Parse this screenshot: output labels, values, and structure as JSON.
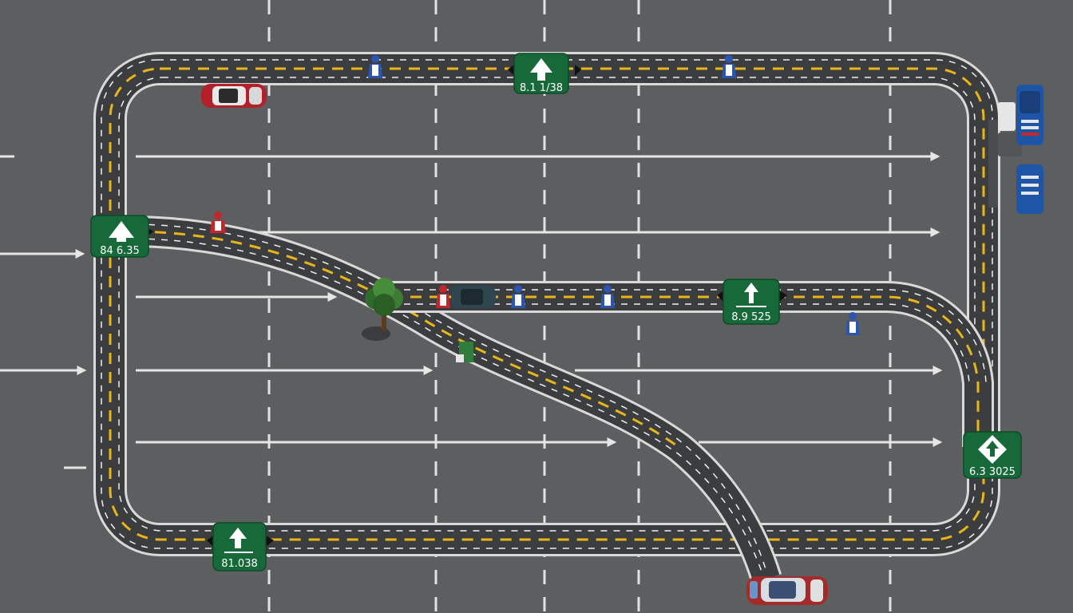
{
  "scene": {
    "colors": {
      "ground": "#5d5e60",
      "road": "#3c3d3f",
      "road_edge": "#d9d9d9",
      "center_line": "#e8b51a",
      "lane_dash": "#efefef",
      "sign_green": "#17693a"
    },
    "signs": [
      {
        "id": "sign-top",
        "text": "8.1 1/38",
        "icon": "arrow-up-icon"
      },
      {
        "id": "sign-left",
        "text": "84 6.35",
        "icon": "arrow-up-icon"
      },
      {
        "id": "sign-middle",
        "text": "8.9 525",
        "icon": "arrow-up-icon"
      },
      {
        "id": "sign-right",
        "text": "6.3 3025",
        "icon": "diamond-arrow-icon"
      },
      {
        "id": "sign-bottom",
        "text": "81.038",
        "icon": "arrow-up-icon"
      }
    ],
    "vehicles": [
      {
        "id": "red-car-top-left",
        "color": "#b3202a",
        "icon": "car-icon"
      },
      {
        "id": "dark-car-middle",
        "color": "#2e4650",
        "icon": "car-icon"
      },
      {
        "id": "red-car-bottom-right",
        "color": "#a52a2a",
        "icon": "car-icon"
      },
      {
        "id": "blue-truck-right-top",
        "color": "#1f55a6",
        "icon": "truck-icon"
      },
      {
        "id": "blue-truck-right-bottom",
        "color": "#1f55a6",
        "icon": "truck-icon"
      }
    ],
    "pedestrians": [
      {
        "id": "ped-top-1",
        "color": "#2b55b0"
      },
      {
        "id": "ped-top-2",
        "color": "#2b55b0"
      },
      {
        "id": "ped-left-red",
        "color": "#c1272d"
      },
      {
        "id": "ped-mid-red",
        "color": "#c1272d"
      },
      {
        "id": "ped-mid-1",
        "color": "#2b55b0"
      },
      {
        "id": "ped-mid-2",
        "color": "#2b55b0"
      },
      {
        "id": "ped-right",
        "color": "#2b55b0"
      }
    ],
    "props": [
      {
        "id": "tree",
        "icon": "tree-icon"
      },
      {
        "id": "small-green-marker",
        "icon": "green-flag-icon"
      }
    ]
  }
}
